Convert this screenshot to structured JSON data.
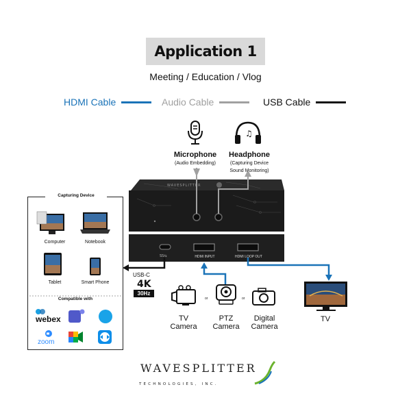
{
  "header": {
    "title": "Application 1",
    "subtitle": "Meeting / Education / Vlog"
  },
  "legend": {
    "hdmi": {
      "label": "HDMI Cable",
      "color": "#1a73b8"
    },
    "audio": {
      "label": "Audio Cable",
      "color": "#a0a0a0"
    },
    "usb": {
      "label": "USB Cable",
      "color": "#111111"
    }
  },
  "audio": {
    "microphone": {
      "label": "Microphone",
      "sub": "(Audio Embedding)",
      "icon": "microphone-icon"
    },
    "headphone": {
      "label": "Headphone",
      "sub1": "(Capturing Device",
      "sub2": "Sound Monitoring)",
      "icon": "headphone-icon"
    }
  },
  "device": {
    "ports": {
      "hdmi_input": "HDMI INPUT",
      "hdmi_loop_out": "HDMI LOOP OUT"
    }
  },
  "usb": {
    "label": "USB-C",
    "res": "4K",
    "fps": "30Hz"
  },
  "capturing": {
    "title": "Capturing Device",
    "devices": [
      "Computer",
      "Notebook",
      "Tablet",
      "Smart Phone"
    ],
    "compatible_title": "Compatible with",
    "apps": [
      "webex",
      "Teams",
      "Skype",
      "zoom",
      "Meet",
      "TeamViewer"
    ]
  },
  "sources": {
    "tv_camera": {
      "line1": "TV",
      "line2": "Camera"
    },
    "ptz_camera": {
      "line1": "PTZ",
      "line2": "Camera"
    },
    "digital_camera": {
      "line1": "Digital",
      "line2": "Camera"
    },
    "or": "or"
  },
  "output": {
    "tv": "TV"
  },
  "brand": {
    "name": "WaveSplitter",
    "tagline": "TECHNOLOGIES, INC."
  }
}
